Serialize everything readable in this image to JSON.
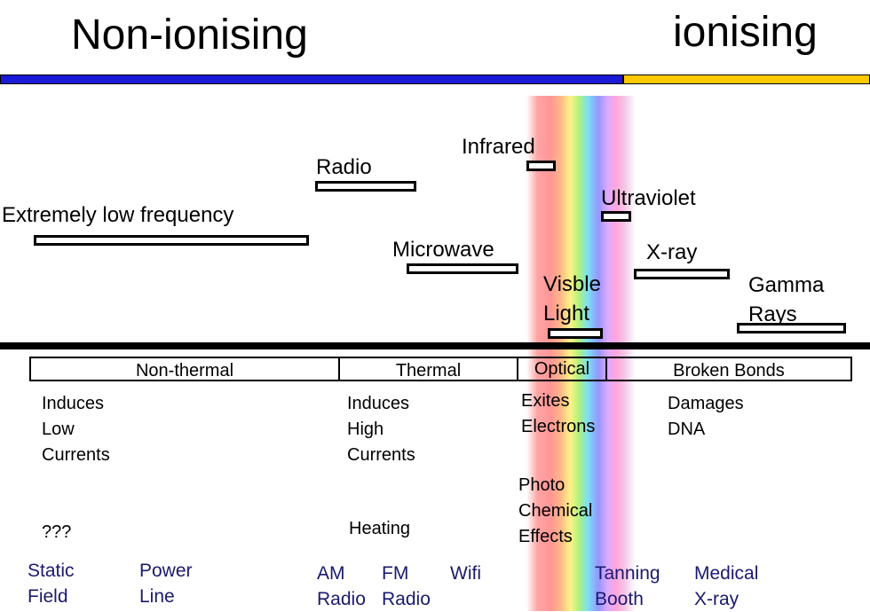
{
  "header": {
    "left_title": "Non-ionising",
    "right_title": "ionising"
  },
  "bands": {
    "elf": "Extremely low frequency",
    "radio": "Radio",
    "microwave": "Microwave",
    "infrared": "Infrared",
    "visible": "Visble\nLight",
    "ultraviolet": "Ultraviolet",
    "xray": "X-ray",
    "gamma": "Gamma\nRays"
  },
  "categories": {
    "non_thermal": "Non-thermal",
    "thermal": "Thermal",
    "optical": "Optical",
    "broken_bonds": "Broken Bonds"
  },
  "effects": {
    "non_thermal": "Induces\nLow\nCurrents",
    "non_thermal_unknown": "???",
    "thermal": "Induces\nHigh\nCurrents",
    "thermal_heating": "Heating",
    "optical_electrons": "Exites\nElectrons",
    "optical_photo": "Photo\nChemical\nEffects",
    "broken_bonds": "Damages\nDNA"
  },
  "examples": {
    "static_field": "Static\nField",
    "power_line": "Power\nLine",
    "am_radio": "AM\nRadio",
    "fm_radio": "FM\nRadio",
    "wifi": "Wifi",
    "tanning_booth": "Tanning\nBooth",
    "medical_xray": "Medical\nX-ray"
  },
  "colors": {
    "non_ionising_bar": "#1a1ad6",
    "ionising_bar": "#ffc800",
    "example_text": "#1a1a6e"
  }
}
